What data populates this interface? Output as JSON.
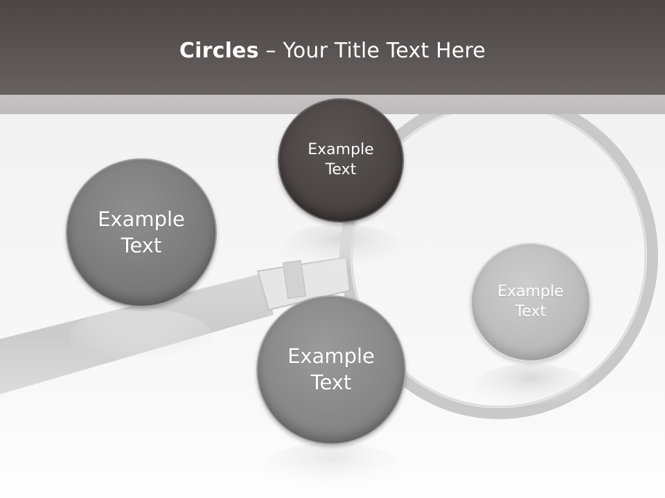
{
  "slide": {
    "title_bold": "Circles",
    "title_rest": " – Your Title Text Here"
  },
  "circles": [
    {
      "text": "Example\nText",
      "color": "#7c7c7c"
    },
    {
      "text": "Example\nText",
      "color": "#4a4544"
    },
    {
      "text": "Example\nText",
      "color": "#888888"
    },
    {
      "text": "Example\nText",
      "color": "#bdbdbd"
    }
  ],
  "colors": {
    "title_bar": "#524d4c",
    "title_strip": "#c0bebe",
    "background": "#f3f3f3"
  }
}
